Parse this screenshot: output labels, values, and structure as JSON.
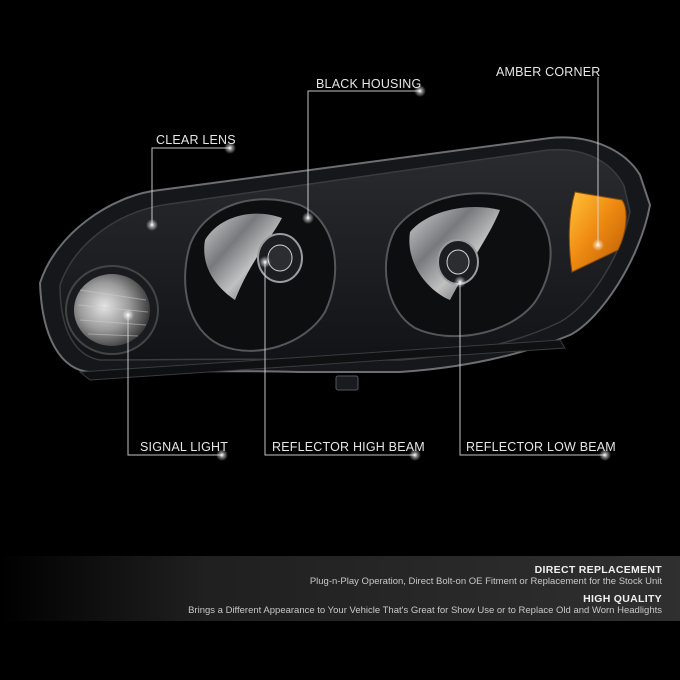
{
  "callouts": {
    "clear_lens": "CLEAR LENS",
    "black_housing": "BLACK HOUSING",
    "amber_corner": "AMBER CORNER",
    "signal_light": "SIGNAL LIGHT",
    "reflector_high_beam": "REFLECTOR HIGH BEAM",
    "reflector_low_beam": "REFLECTOR LOW BEAM"
  },
  "features": [
    {
      "title": "DIRECT REPLACEMENT",
      "text": "Plug-n-Play Operation, Direct Bolt-on OE Fitment or Replacement for the Stock Unit"
    },
    {
      "title": "HIGH QUALITY",
      "text": "Brings a Different Appearance to Your Vehicle That's Great for Show Use or to Replace Old and Worn Headlights"
    }
  ],
  "colors": {
    "background": "#000000",
    "housing": "#1c1d20",
    "amber": "#f08c12",
    "callout_line": "#d8d8d8"
  }
}
